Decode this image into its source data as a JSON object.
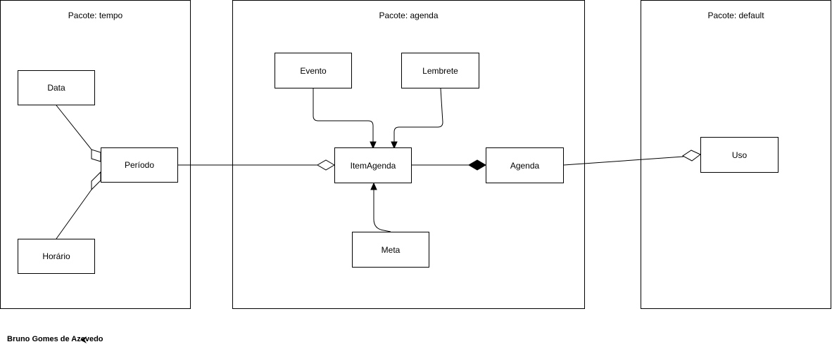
{
  "packages": {
    "tempo": {
      "title": "Pacote: tempo"
    },
    "agenda": {
      "title": "Pacote: agenda"
    },
    "default": {
      "title": "Pacote: default"
    }
  },
  "classes": {
    "data": "Data",
    "horario": "Horário",
    "periodo": "Período",
    "evento": "Evento",
    "lembrete": "Lembrete",
    "item_agenda": "ItemAgenda",
    "agenda": "Agenda",
    "meta": "Meta",
    "uso": "Uso"
  },
  "footer": {
    "author": "Bruno Gomes de Azevedo"
  },
  "icons": {
    "cursor": "mouse-pointer-icon"
  }
}
